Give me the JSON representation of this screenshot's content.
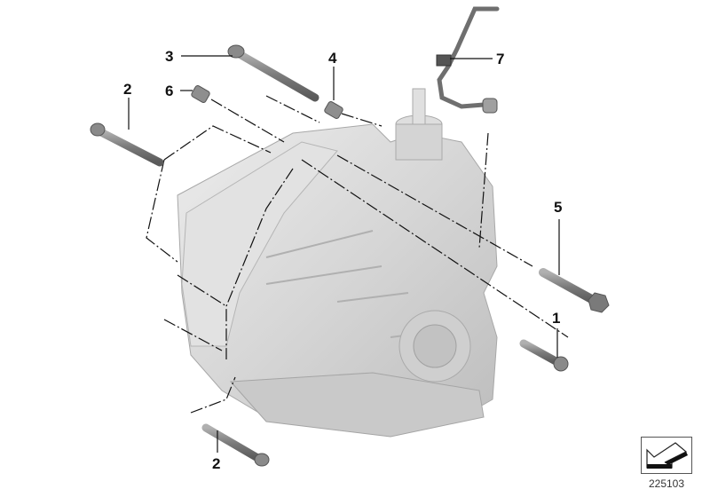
{
  "diagram": {
    "type": "exploded parts diagram",
    "subject": "Automatic transmission mounting bolts and breather line",
    "callouts": [
      {
        "id": "c1",
        "label": "1",
        "part": "bolt (lower right)"
      },
      {
        "id": "c2a",
        "label": "2",
        "part": "bolt (upper left)"
      },
      {
        "id": "c2b",
        "label": "2",
        "part": "bolt (bottom)"
      },
      {
        "id": "c3",
        "label": "3",
        "part": "long stud bolt"
      },
      {
        "id": "c4",
        "label": "4",
        "part": "sleeve"
      },
      {
        "id": "c5",
        "label": "5",
        "part": "hex bolt"
      },
      {
        "id": "c6",
        "label": "6",
        "part": "sleeve"
      },
      {
        "id": "c7",
        "label": "7",
        "part": "breather line"
      }
    ],
    "reference_number": "225103",
    "orientation_icon": "front-arrow-icon",
    "colors": {
      "housing": "#d9d9d9",
      "housing_shadow": "#b8b8b8",
      "bolt": "#8a8a8a",
      "line": "#111111"
    }
  }
}
